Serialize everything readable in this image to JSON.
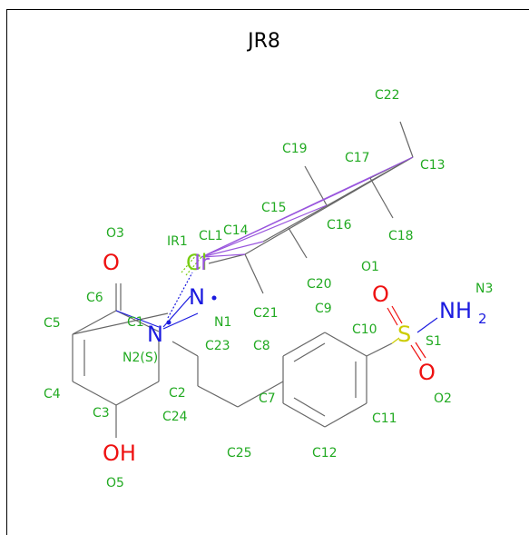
{
  "title": "JR8",
  "colors": {
    "carbon_bond": "#666666",
    "nitrogen": "#1a1adf",
    "oxygen": "#ee1111",
    "sulfur": "#cccc00",
    "chlorine": "#77cc11",
    "iridium": "#9955dd",
    "atom_label": "#22aa22",
    "frame": "#000000"
  },
  "element_labels": {
    "o_carbonyl": "O",
    "cl": "Cl",
    "ir": "Ir",
    "n_upper": "N",
    "n_lower": "N",
    "o_sulfonyl_top": "O",
    "s": "S",
    "nh2": "NH",
    "nh2_sub": "2",
    "o_sulfonyl_bottom": "O",
    "oh": "OH"
  },
  "atom_names": {
    "c22": "C22",
    "c19": "C19",
    "c17": "C17",
    "c13": "C13",
    "c15": "C15",
    "c16": "C16",
    "c18": "C18",
    "c14": "C14",
    "o3": "O3",
    "ir1": "IR1",
    "cl1": "CL1",
    "c20": "C20",
    "o1": "O1",
    "n3": "N3",
    "c6": "C6",
    "c21": "C21",
    "c9": "C9",
    "c5": "C5",
    "c1": "C1",
    "n1": "N1",
    "c10": "C10",
    "s1": "S1",
    "n2s": "N2(S)",
    "c23": "C23",
    "c8": "C8",
    "c4": "C4",
    "c2": "C2",
    "c7": "C7",
    "o2": "O2",
    "c3": "C3",
    "c24": "C24",
    "c11": "C11",
    "c25": "C25",
    "c12": "C12",
    "o5": "O5"
  }
}
